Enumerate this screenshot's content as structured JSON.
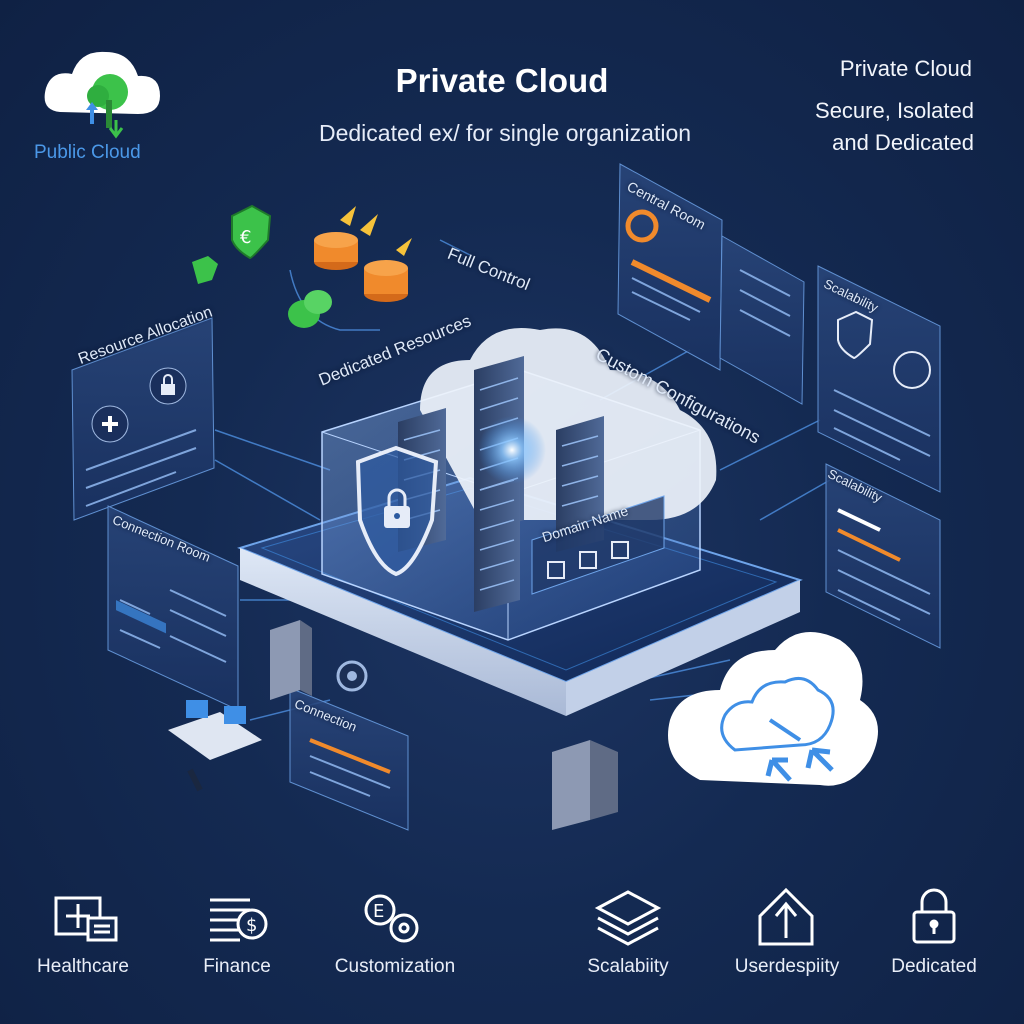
{
  "header": {
    "title": "Private Cloud",
    "subtitle": "Dedicated ex/ for single organization"
  },
  "top_right": {
    "line1": "Private Cloud",
    "line2": "Secure, Isolated",
    "line3": "and Dedicated"
  },
  "public_cloud": {
    "label": "Public Cloud",
    "icon": "cloud-tree-icon"
  },
  "panels": {
    "resource_allocation": "Resource Allocation",
    "full_control": "Full Control",
    "dedicated_resources": "Dedicated Resources",
    "custom_configurations": "Custom Configurations",
    "central_room": "Central Room",
    "scalability_top": "Scalability",
    "scalability_mid": "Scalability",
    "connection_room": "Connection Room",
    "domain_name": "Domain Name",
    "connection_bottom": "Connection"
  },
  "bottom_features": [
    {
      "label": "Healthcare",
      "icon": "medical-monitor-icon"
    },
    {
      "label": "Finance",
      "icon": "money-stack-icon"
    },
    {
      "label": "Customization",
      "icon": "currency-gear-icon"
    },
    {
      "label": "Scalabiity",
      "icon": "stacked-layers-icon"
    },
    {
      "label": "Userdespiity",
      "icon": "upload-house-icon"
    },
    {
      "label": "Dedicated",
      "icon": "padlock-icon"
    }
  ],
  "colors": {
    "background": "#142a52",
    "accent": "#3f8fe6",
    "panel": "#1f3868",
    "coin_orange": "#f08a2c",
    "shield_green": "#3cc24a"
  }
}
